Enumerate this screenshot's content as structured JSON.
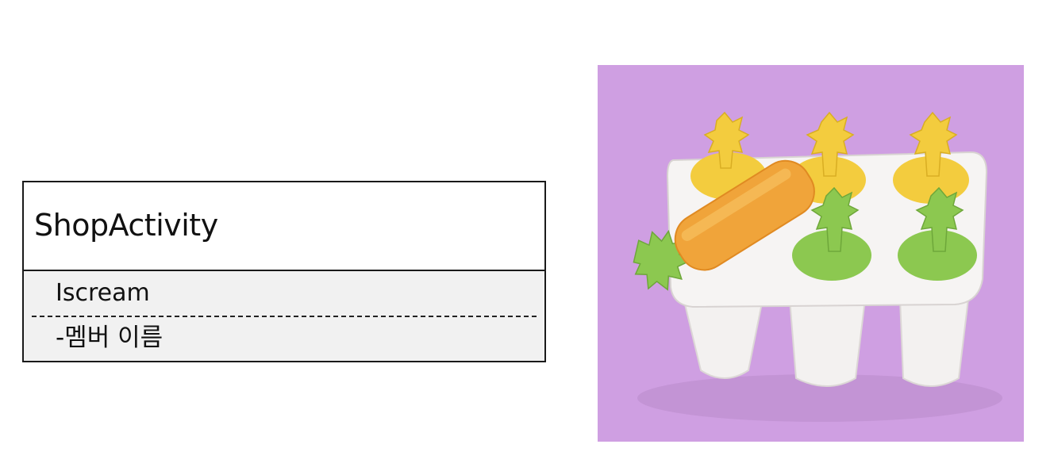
{
  "class_diagram": {
    "class_name": "ShopActivity",
    "attribute_group": "Iscream",
    "attributes": [
      "-멤버 이름"
    ]
  },
  "photo": {
    "subject": "popsicle-mold",
    "background_color": "#cf9fe2",
    "colors": {
      "tray": "#f4f2f1",
      "yellow_stick": "#f3cc3e",
      "green_stick": "#8cc850",
      "orange_pop": "#f0a43a"
    }
  }
}
